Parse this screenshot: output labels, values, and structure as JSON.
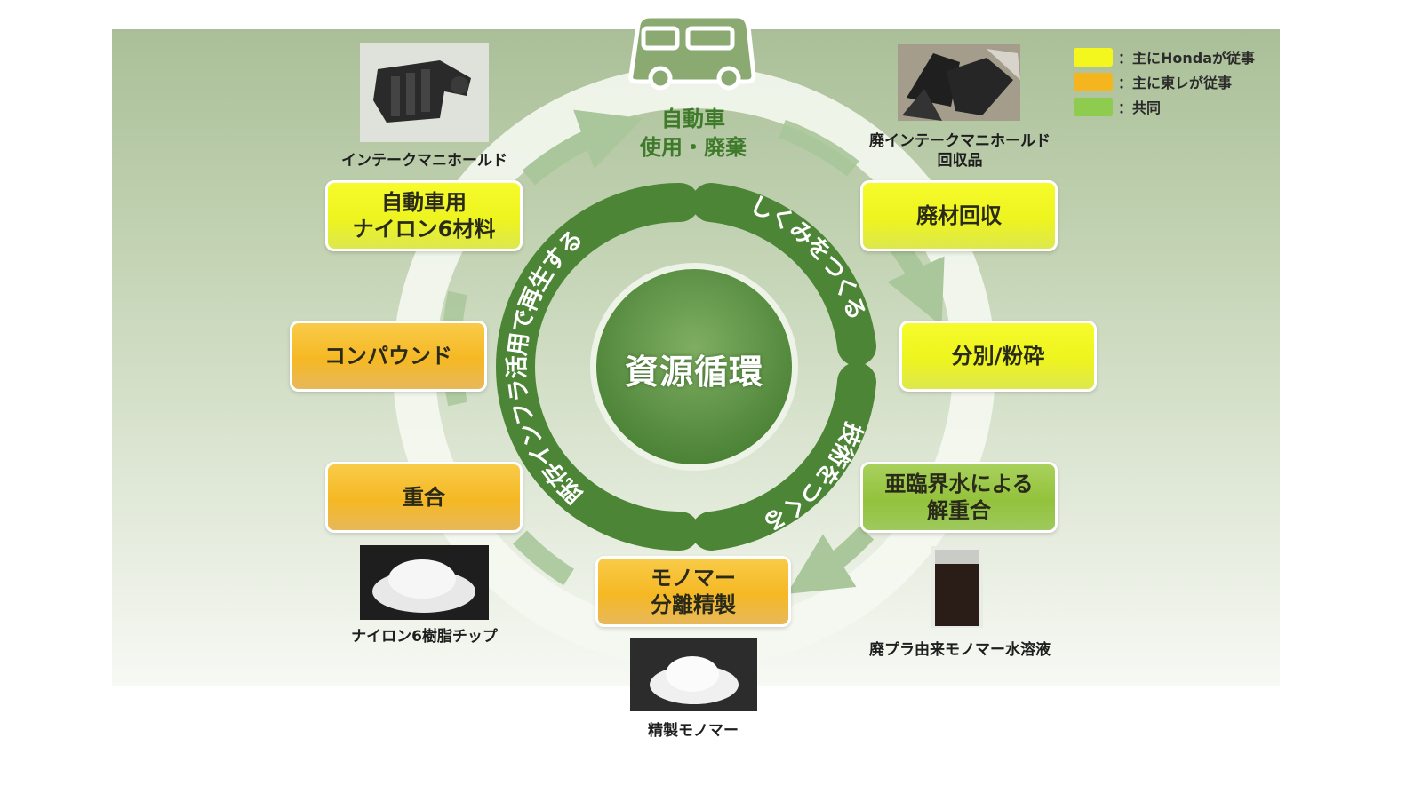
{
  "center": {
    "label": "資源循環"
  },
  "vehicle": {
    "label": "自動車\n使用・廃棄"
  },
  "ring_phrases": {
    "left": "既存インフラ活用で再生する",
    "top_right": "しくみをつくる",
    "bottom_right": "技術をつくる"
  },
  "steps": {
    "waste_collection": "廃材回収",
    "sorting_crushing": "分別/粉砕",
    "depolymerization": "亜臨界水による\n解重合",
    "monomer_separation": "モノマー\n分離精製",
    "polymerization": "重合",
    "compound": "コンパウンド",
    "nylon_material": "自動車用\nナイロン6材料"
  },
  "captions": {
    "intake_manifold": "インテークマニホールド",
    "waste_manifold": "廃インテークマニホールド\n回収品",
    "monomer_solution": "廃プラ由来モノマー水溶液",
    "refined_monomer": "精製モノマー",
    "resin_chips": "ナイロン6樹脂チップ"
  },
  "legend": [
    {
      "label": "：主にHondaが従事",
      "color": "#f4f71e"
    },
    {
      "label": "：主に東レが従事",
      "color": "#f5b51f"
    },
    {
      "label": "：共同",
      "color": "#8dcc4e"
    }
  ],
  "colors": {
    "ring_dark": "#4c8535",
    "ring_light": "#f5f8f1",
    "arrow": "#a9c79a"
  }
}
